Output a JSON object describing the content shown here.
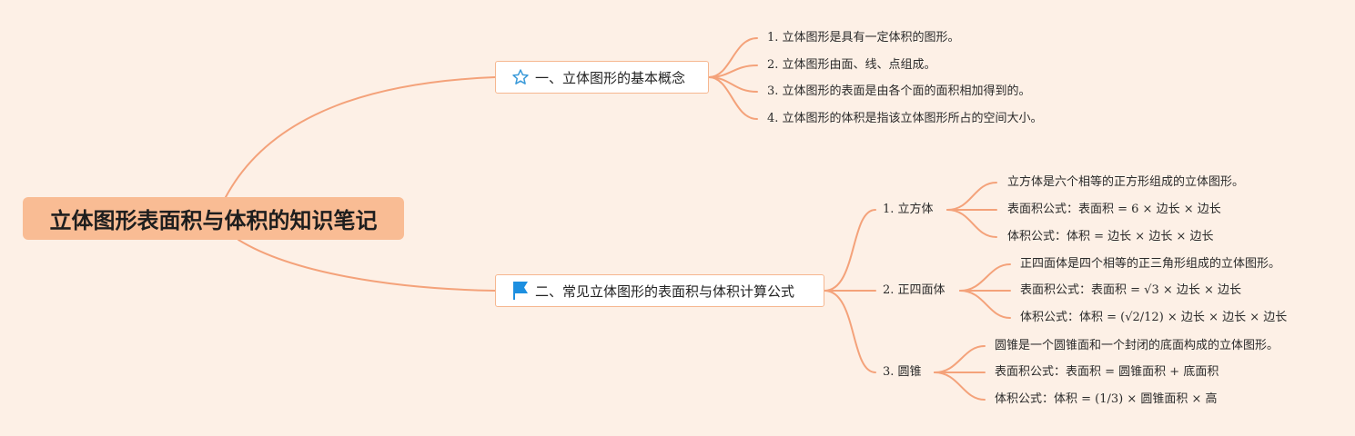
{
  "root": {
    "title": "立体图形表面积与体积的知识笔记"
  },
  "branches": [
    {
      "icon": "star-icon",
      "label": "一、立体图形的基本概念",
      "items": [
        "1. 立体图形是具有一定体积的图形。",
        "2. 立体图形由面、线、点组成。",
        "3. 立体图形的表面是由各个面的面积相加得到的。",
        "4. 立体图形的体积是指该立体图形所占的空间大小。"
      ]
    },
    {
      "icon": "flag-icon",
      "label": "二、常见立体图形的表面积与体积计算公式",
      "subtopics": [
        {
          "label": "1. 立方体",
          "items": [
            "立方体是六个相等的正方形组成的立体图形。",
            "表面积公式：表面积 = 6 × 边长 × 边长",
            "体积公式：体积 = 边长 × 边长 × 边长"
          ]
        },
        {
          "label": "2. 正四面体",
          "items": [
            "正四面体是四个相等的正三角形组成的立体图形。",
            "表面积公式：表面积 = √3 × 边长 × 边长",
            "体积公式：体积 = (√2/12) × 边长 × 边长 × 边长"
          ]
        },
        {
          "label": "3. 圆锥",
          "items": [
            "圆锥是一个圆锥面和一个封闭的底面构成的立体图形。",
            "表面积公式：表面积 = 圆锥面积 + 底面积",
            "体积公式：体积 = (1/3) × 圆锥面积 × 高"
          ]
        }
      ]
    }
  ],
  "colors": {
    "background": "#fdf0e6",
    "root_fill": "#f9bc94",
    "connector": "#f4a27a",
    "star_icon": "#3a9ad9",
    "flag_icon": "#1d8fe0"
  }
}
